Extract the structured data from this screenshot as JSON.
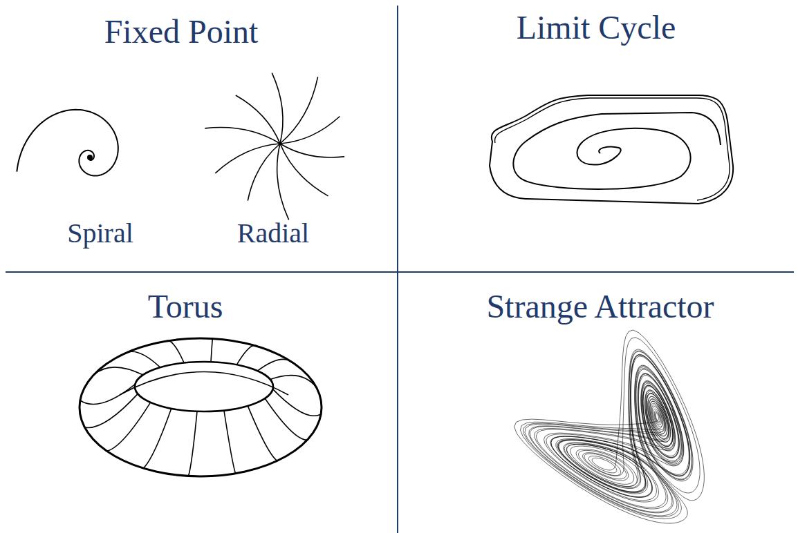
{
  "diagram": {
    "labels": [
      "Fixed Point",
      "Spiral",
      "Radial",
      "Limit Cycle",
      "Torus",
      "Strange Attractor"
    ]
  }
}
